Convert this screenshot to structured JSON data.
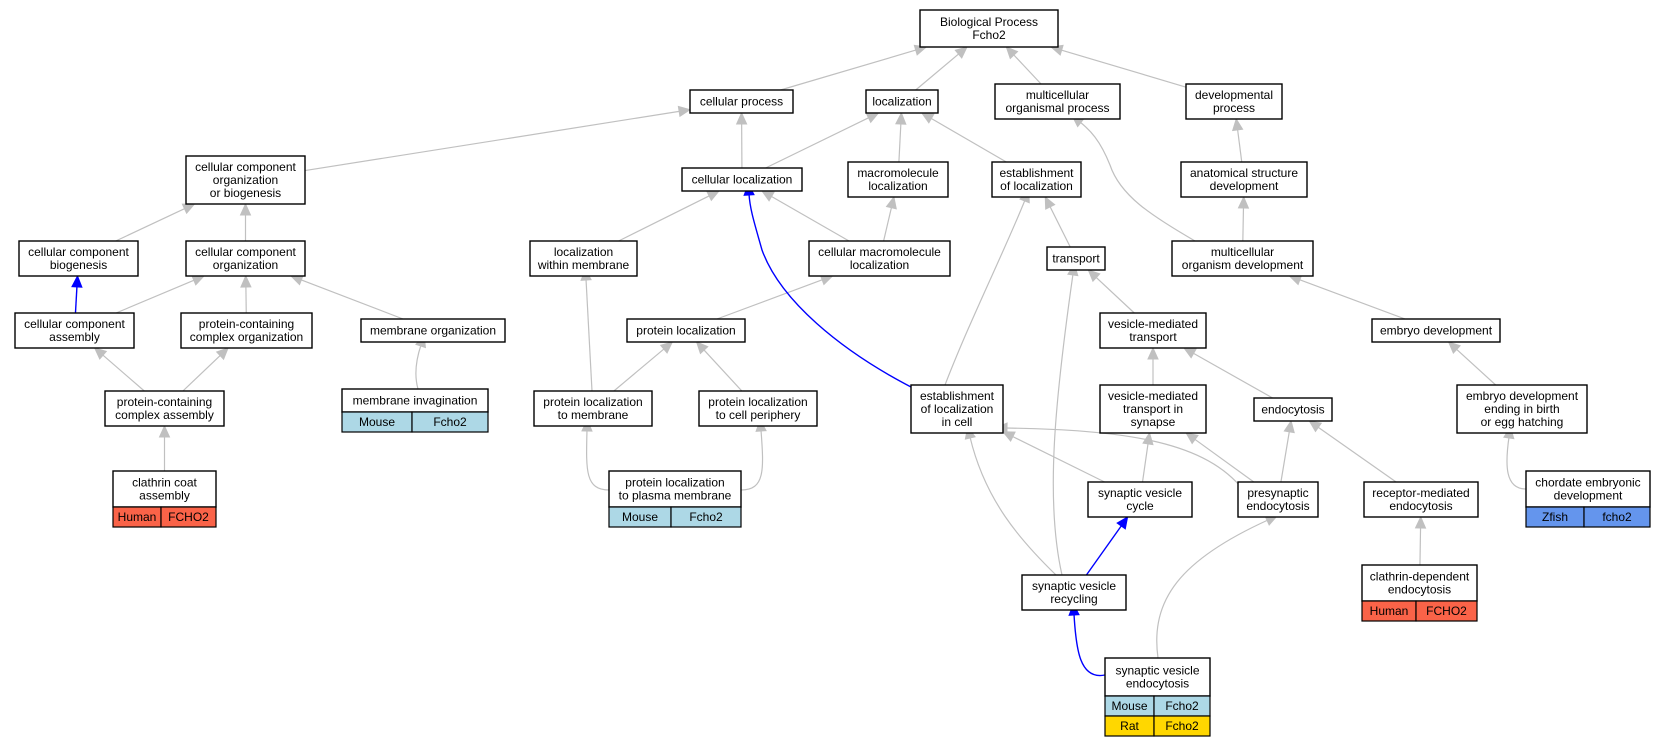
{
  "nodes": {
    "root": [
      "Biological Process",
      "Fcho2"
    ],
    "cellular_process": [
      "cellular process"
    ],
    "localization": [
      "localization"
    ],
    "multicellular_organismal_process": [
      "multicellular",
      "organismal process"
    ],
    "developmental_process": [
      "developmental",
      "process"
    ],
    "ccob": [
      "cellular component",
      "organization",
      "or biogenesis"
    ],
    "cellular_localization": [
      "cellular localization"
    ],
    "macromolecule_localization": [
      "macromolecule",
      "localization"
    ],
    "establishment_of_localization": [
      "establishment",
      "of localization"
    ],
    "anatomical_structure_development": [
      "anatomical structure",
      "development"
    ],
    "cc_biogenesis": [
      "cellular component",
      "biogenesis"
    ],
    "cc_organization": [
      "cellular component",
      "organization"
    ],
    "localization_within_membrane": [
      "localization",
      "within membrane"
    ],
    "cellular_macromolecule_localization": [
      "cellular macromolecule",
      "localization"
    ],
    "transport": [
      "transport"
    ],
    "multicellular_organism_development": [
      "multicellular",
      "organism development"
    ],
    "cc_assembly": [
      "cellular component",
      "assembly"
    ],
    "protein_complex_organization": [
      "protein-containing",
      "complex organization"
    ],
    "membrane_organization": [
      "membrane organization"
    ],
    "protein_localization": [
      "protein localization"
    ],
    "vesicle_mediated_transport": [
      "vesicle-mediated",
      "transport"
    ],
    "embryo_development": [
      "embryo development"
    ],
    "membrane_invagination": [
      "membrane invagination"
    ],
    "protein_complex_assembly": [
      "protein-containing",
      "complex assembly"
    ],
    "protein_localization_to_membrane": [
      "protein localization",
      "to membrane"
    ],
    "protein_localization_to_cell_periphery": [
      "protein localization",
      "to cell periphery"
    ],
    "establishment_of_localization_in_cell": [
      "establishment",
      "of localization",
      "in cell"
    ],
    "vesicle_mediated_transport_in_synapse": [
      "vesicle-mediated",
      "transport in",
      "synapse"
    ],
    "endocytosis": [
      "endocytosis"
    ],
    "embryo_development_birth": [
      "embryo development",
      "ending in birth",
      "or egg hatching"
    ],
    "clathrin_coat_assembly": [
      "clathrin coat",
      "assembly"
    ],
    "protein_localization_to_plasma_membrane": [
      "protein localization",
      "to plasma membrane"
    ],
    "synaptic_vesicle_cycle": [
      "synaptic vesicle",
      "cycle"
    ],
    "presynaptic_endocytosis": [
      "presynaptic",
      "endocytosis"
    ],
    "receptor_mediated_endocytosis": [
      "receptor-mediated",
      "endocytosis"
    ],
    "chordate_embryonic_development": [
      "chordate embryonic",
      "development"
    ],
    "synaptic_vesicle_recycling": [
      "synaptic vesicle",
      "recycling"
    ],
    "clathrin_dependent_endocytosis": [
      "clathrin-dependent",
      "endocytosis"
    ],
    "synaptic_vesicle_endocytosis": [
      "synaptic vesicle",
      "endocytosis"
    ]
  },
  "annotations": {
    "membrane_invagination": [
      [
        "Mouse",
        "Fcho2"
      ]
    ],
    "clathrin_coat_assembly": [
      [
        "Human",
        "FCHO2"
      ]
    ],
    "protein_localization_to_plasma_membrane": [
      [
        "Mouse",
        "Fcho2"
      ]
    ],
    "chordate_embryonic_development": [
      [
        "Zfish",
        "fcho2"
      ]
    ],
    "clathrin_dependent_endocytosis": [
      [
        "Human",
        "FCHO2"
      ]
    ],
    "synaptic_vesicle_endocytosis": [
      [
        "Mouse",
        "Fcho2"
      ],
      [
        "Rat",
        "Fcho2"
      ]
    ]
  },
  "species_colors": {
    "Mouse": "#add8e6",
    "Human": "#fa6348",
    "Zfish": "#6495ed",
    "Rat": "#ffd700"
  },
  "edge_colors": {
    "default": "#c0c0c0",
    "highlight": "#0000ff"
  }
}
